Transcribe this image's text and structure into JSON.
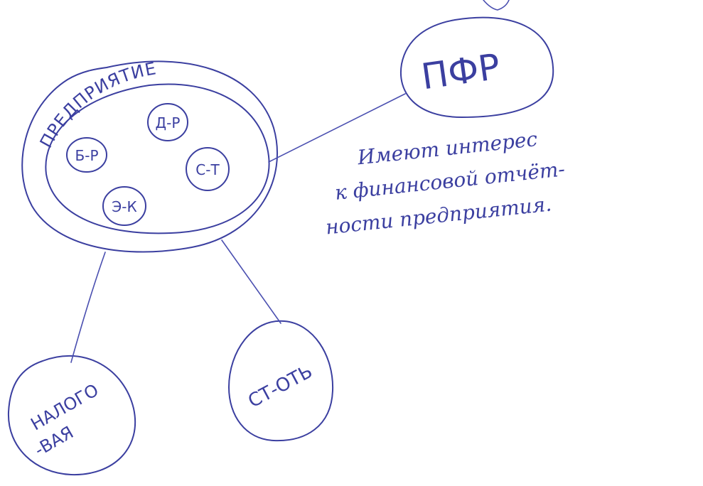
{
  "diagram": {
    "enterprise_label": "ПРЕДПРИЯТИЕ",
    "departments": [
      "Б-Р",
      "Д-Р",
      "С-Т",
      "Э-К"
    ],
    "external_nodes": {
      "pfr": "ПФР",
      "tax_line1": "НАЛОГО",
      "tax_line2": "-ВАЯ",
      "stat": "СТ-ОТЬ"
    },
    "note_lines": [
      "Имеют интерес",
      "к финансовой отчёт-",
      "ности предприятия."
    ],
    "ink_color": "#3b3fa0"
  }
}
